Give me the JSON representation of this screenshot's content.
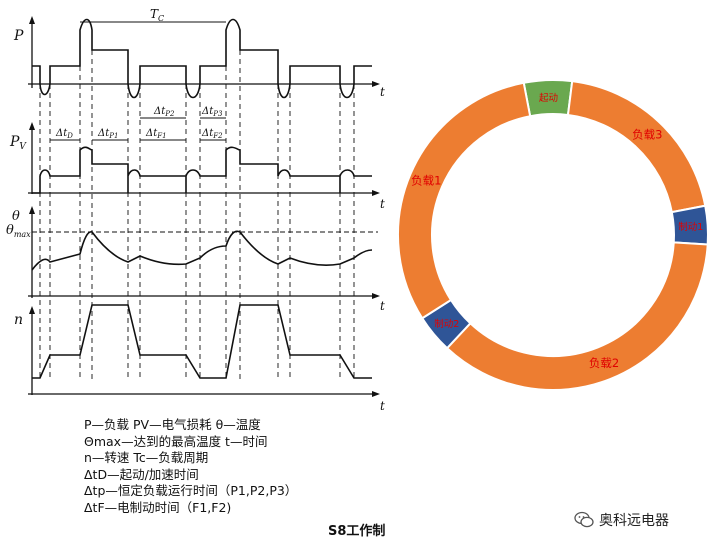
{
  "diagram": {
    "labels": {
      "p": "P",
      "pv": "P",
      "pv_sub": "V",
      "theta": "θ",
      "theta_max": "θ",
      "theta_max_sub": "max",
      "n": "n",
      "t": "t",
      "tc": "T",
      "tc_sub": "C",
      "dtd": "Δt",
      "dtd_sub": "D",
      "dtp1": "Δt",
      "dtp1_sub": "P1",
      "dtf1": "Δt",
      "dtf1_sub": "F1",
      "dtp2": "Δt",
      "dtp2_sub": "P2",
      "dtp3": "Δt",
      "dtp3_sub": "P3",
      "dtf2": "Δt",
      "dtf2_sub": "F2"
    }
  },
  "legend": {
    "line1": "P—负载  PV—电气损耗  θ—温度",
    "line2": "Θmax—达到的最高温度   t—时间",
    "line3": "n—转速   Tc—负载周期",
    "line4": "ΔtD—起动/加速时间",
    "line5": "Δtp—恒定负载运行时间（P1,P2,P3）",
    "line6": "ΔtF—电制动时间（F1,F2)"
  },
  "caption": "S8工作制",
  "brand": "奥科远电器",
  "chart_data": {
    "type": "pie",
    "style": "donut",
    "categories": [
      "起动",
      "负载3",
      "制动1",
      "负载2",
      "制动2",
      "负载1"
    ],
    "values": [
      5,
      20,
      4,
      36,
      4,
      31
    ],
    "colors": [
      "#6aa84f",
      "#ed7d31",
      "#2f5597",
      "#ed7d31",
      "#2f5597",
      "#ed7d31"
    ],
    "label_color": "#e00000"
  }
}
